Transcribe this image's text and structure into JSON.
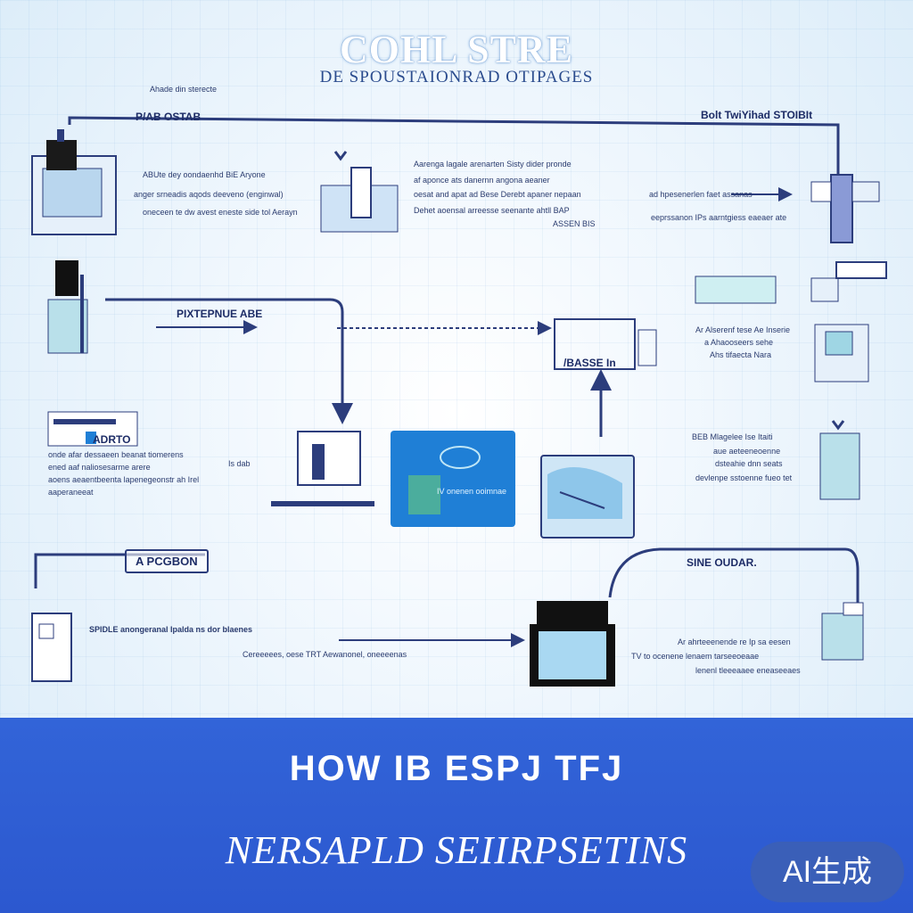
{
  "header": {
    "title": "COHL STRE",
    "subtitle": "DE SPOUSTAIONRAD OTIPAGES"
  },
  "labels": {
    "top_left_caption": "Ahade din sterecte",
    "top_left_box": "P/AB OSTAB",
    "top_right": "Bolt TwiYihad STOIBIt",
    "left_text_1": "ABUte dey oondaenhd BiE Aryone",
    "left_text_2": "anger srneadis aqods deeveno (enginwal)",
    "left_text_3": "oneceen te dw avest eneste side tol Aerayn",
    "center_text_1": "Aarenga lagale arenarten Sisty dider pronde",
    "center_text_2": "af aponce ats danernn angona aeaner",
    "center_text_3": "oesat and apat ad Bese Derebt apaner nepaan",
    "center_text_4": "Dehet aoensal arreesse seenante ahtll BAP",
    "center_text_5": "ASSEN BIS",
    "right_text_1": "ad hpesenerlen faet assanas",
    "right_text_2": "eeprssanon IPs aarntgiess eaeaer ate",
    "pixel_label": "PIXTEPNUE ABE",
    "mid_box_label": "/BASSE In",
    "mr_text_1": "Ar Alserenf tese Ae Inserie",
    "mr_text_2": "a Ahaooseers sehe",
    "mr_text_3": "Ahs tifaecta Nara",
    "ml_text_1": "ADRTO",
    "ml_text_2": "onde afar dessaeen beanat tiomerens",
    "ml_text_3": "ened aaf naliosesarme arere",
    "ml_text_4": "aoens aeaentbeenta lapenegeonstr ah Irel",
    "ml_text_5": "aaperaneeat",
    "ml_side": "Is dab",
    "rm_text_1": "BEB Mlagelee Ise Itaiti",
    "rm_text_2": "aue aeteeneoenne",
    "rm_text_3": "dsteahie dnn seats",
    "rm_text_4": "devlenpe sstoenne fueo tet",
    "blue_card_text": "IV onenen ooimnae",
    "poron_box": "A PCGBON",
    "spidle_text": "SPIDLE anongeranal Ipalda ns dor blaenes",
    "spidle_text_2": "Cereeeees, oese TRT Aewanonel, oneeeenas",
    "sine_box": "SINE OUDAR.",
    "br_text_1": "Ar ahrteeenende re Ip sa eesen",
    "br_text_2": "TV to ocenene lenaem tarseeoeaae",
    "br_text_3": "lenenl tleeeaaee eneaseeaes"
  },
  "banner": {
    "line1": "HOW IB ESPJ TFJ",
    "line2": "NERSAPLD SEIIRPSETINS",
    "badge": "AI生成"
  },
  "colors": {
    "line": "#2c3d7c",
    "banner": "#2f5fd6",
    "accent_blue": "#1f7fd6",
    "badge": "#3a5fb8"
  }
}
